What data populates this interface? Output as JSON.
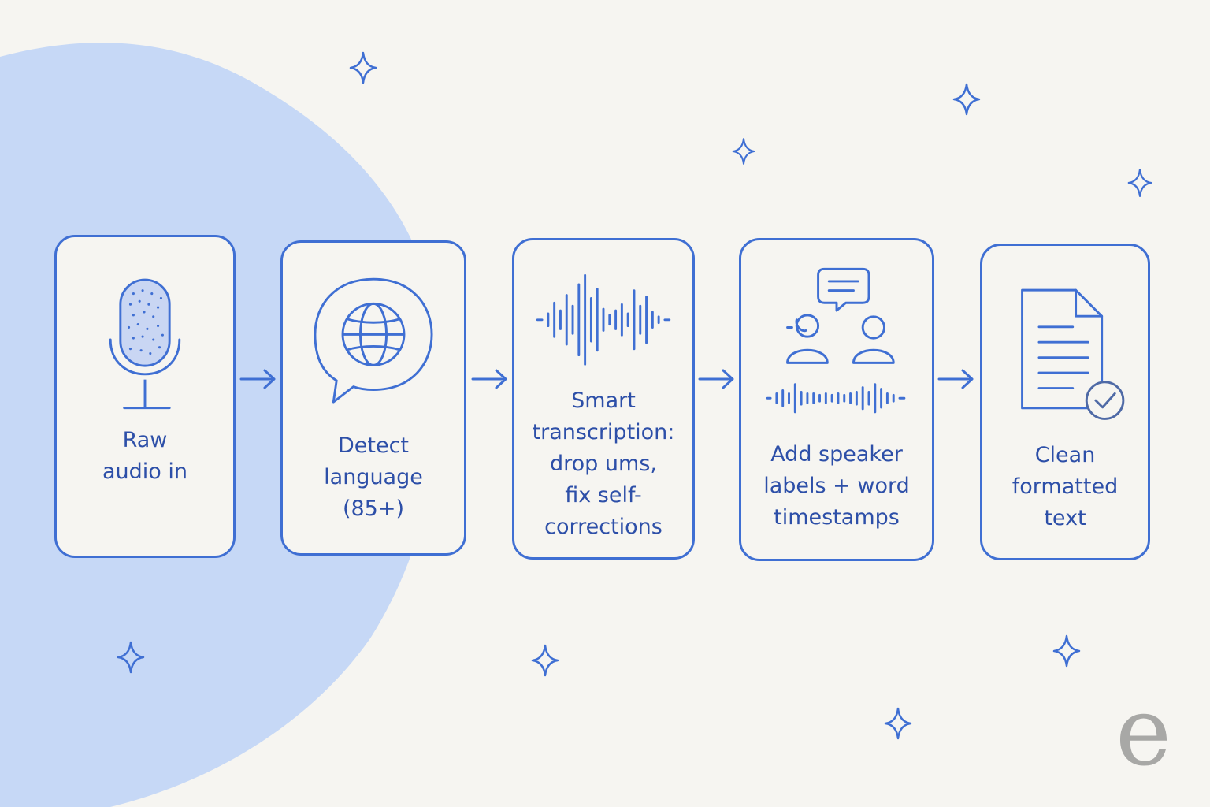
{
  "steps": [
    {
      "label": "Raw\naudio in",
      "icon": "microphone-icon"
    },
    {
      "label": "Detect\nlanguage\n(85+)",
      "icon": "globe-speech-bubble-icon"
    },
    {
      "label": "Smart\ntranscription:\ndrop ums,\nfix self-\ncorrections",
      "icon": "sound-wave-icon"
    },
    {
      "label": "Add speaker\nlabels + word\ntimestamps",
      "icon": "speakers-waveform-icon"
    },
    {
      "label": "Clean\nformatted\ntext",
      "icon": "document-check-icon"
    }
  ],
  "logo": "e",
  "colors": {
    "accent": "#3f6fd3",
    "text": "#2d4fa8",
    "blob": "#c6d8f6",
    "background": "#f6f5f1",
    "logo": "#a8a8a6"
  }
}
